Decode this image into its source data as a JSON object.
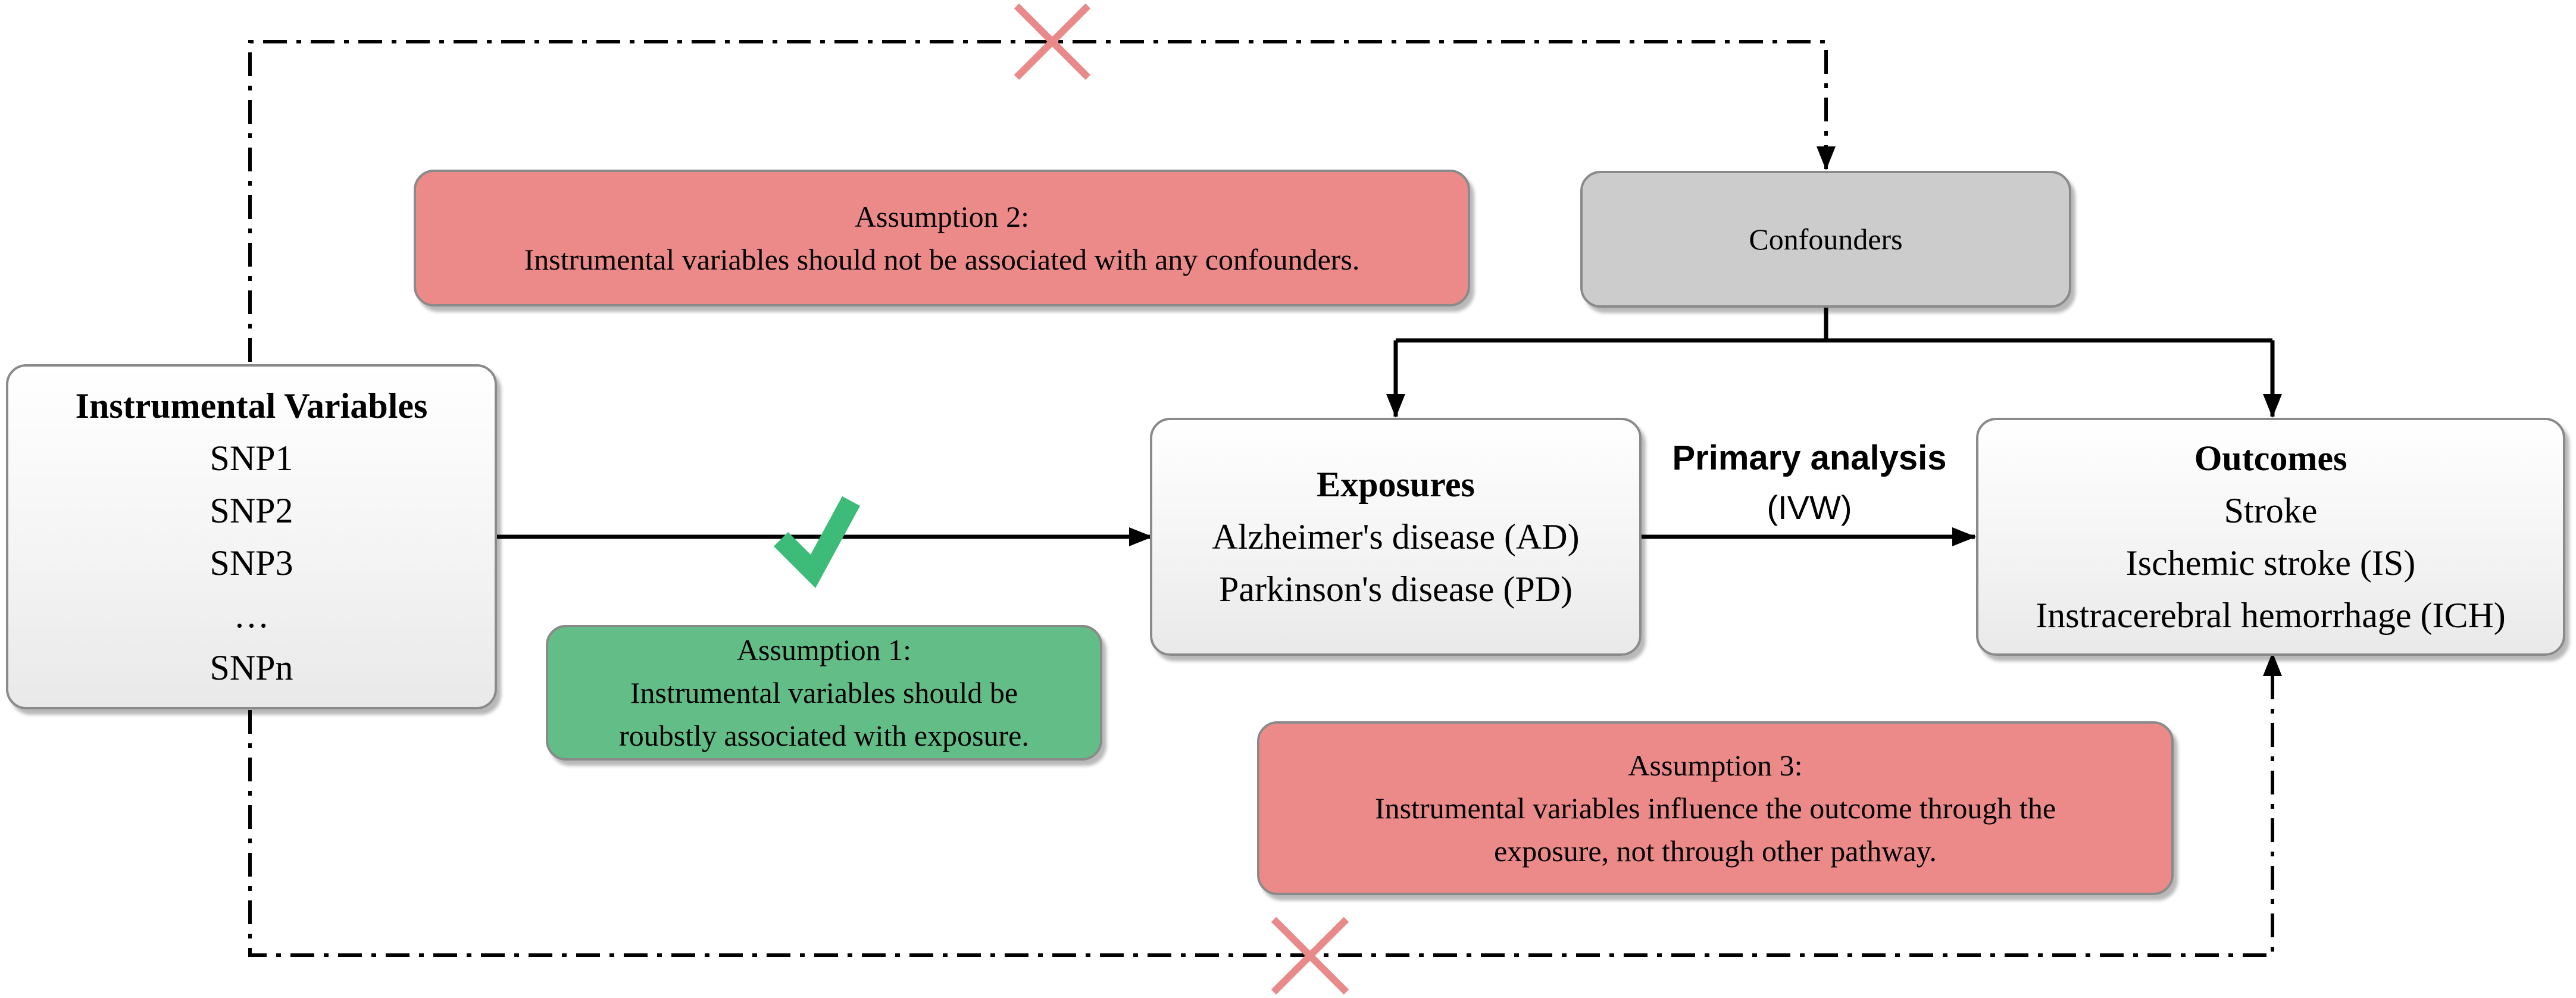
{
  "instrumental_variables": {
    "title": "Instrumental Variables",
    "items": [
      "SNP1",
      "SNP2",
      "SNP3",
      "…",
      "SNPn"
    ]
  },
  "confounders": {
    "label": "Confounders"
  },
  "exposures": {
    "title": "Exposures",
    "items": [
      "Alzheimer's disease (AD)",
      "Parkinson's disease (PD)"
    ]
  },
  "outcomes": {
    "title": "Outcomes",
    "items": [
      "Stroke",
      "Ischemic stroke (IS)",
      "Instracerebral hemorrhage (ICH)"
    ]
  },
  "primary_analysis": {
    "title": "Primary analysis",
    "method": "(IVW)"
  },
  "assumption1": {
    "title": "Assumption 1:",
    "lines": [
      "Instrumental variables should be",
      "roubstly associated with exposure."
    ]
  },
  "assumption2": {
    "title": "Assumption 2:",
    "lines": [
      "Instrumental variables should not be associated with any confounders."
    ]
  },
  "assumption3": {
    "title": "Assumption 3:",
    "lines": [
      "Instrumental variables influence the outcome through the",
      "exposure, not through other pathway."
    ]
  },
  "colors": {
    "violation_mark": "#e88a8a",
    "valid_mark": "#3dbb78",
    "assumption_red": "#ec8a8a",
    "assumption_green": "#62bd86",
    "confounder_gray": "#cccccc"
  }
}
